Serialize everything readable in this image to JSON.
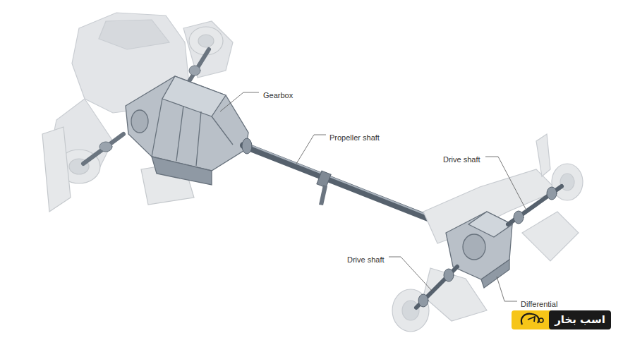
{
  "diagram": {
    "labels": [
      "Gearbox",
      "Propeller shaft",
      "Drive shaft",
      "Drive shaft",
      "Differential",
      "اسب بخار"
    ]
  }
}
